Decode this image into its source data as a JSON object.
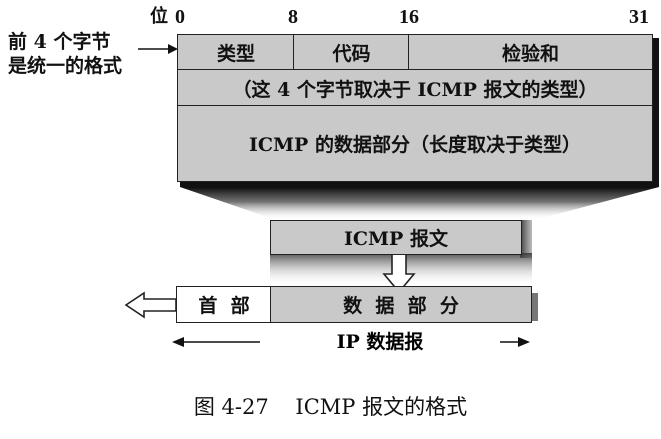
{
  "bit_positions": {
    "prefix": "位",
    "b0": "0",
    "b8": "8",
    "b16": "16",
    "b31": "31"
  },
  "side_note": {
    "line1": "前 4 个字节",
    "line2": "是统一的格式"
  },
  "header_row": {
    "type": "类型",
    "code": "代码",
    "checksum": "检验和"
  },
  "row2_note": "（这 4 个字节取决于 ICMP 报文的类型）",
  "data_row": "ICMP 的数据部分（长度取决于类型）",
  "icmp_message": "ICMP 报文",
  "ip_header": "首  部",
  "ip_data": "数  据  部  分",
  "ip_datagram": "IP 数据报",
  "caption": "图 4-27    ICMP 报文的格式",
  "colors": {
    "fill": "#c9c9c9",
    "border": "#222222",
    "shadow": "#000000"
  }
}
